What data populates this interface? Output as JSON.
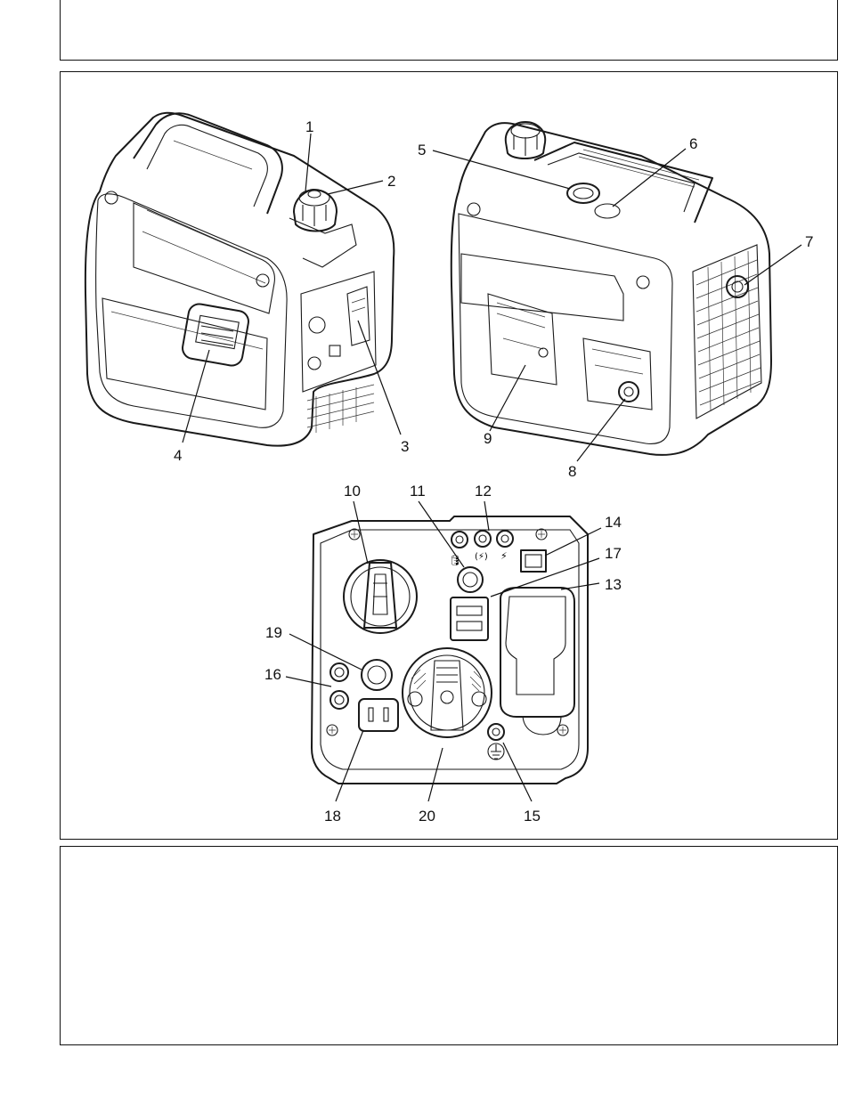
{
  "figure": {
    "type": "component-callout-diagram",
    "views": [
      "left-front",
      "right-rear",
      "control-panel"
    ],
    "callouts": [
      {
        "id": "c1",
        "label": "1"
      },
      {
        "id": "c2",
        "label": "2"
      },
      {
        "id": "c3",
        "label": "3"
      },
      {
        "id": "c4",
        "label": "4"
      },
      {
        "id": "c5",
        "label": "5"
      },
      {
        "id": "c6",
        "label": "6"
      },
      {
        "id": "c7",
        "label": "7"
      },
      {
        "id": "c8",
        "label": "8"
      },
      {
        "id": "c9",
        "label": "9"
      },
      {
        "id": "c10",
        "label": "10"
      },
      {
        "id": "c11",
        "label": "11"
      },
      {
        "id": "c12",
        "label": "12"
      },
      {
        "id": "c13",
        "label": "13"
      },
      {
        "id": "c14",
        "label": "14"
      },
      {
        "id": "c15",
        "label": "15"
      },
      {
        "id": "c16",
        "label": "16"
      },
      {
        "id": "c17",
        "label": "17"
      },
      {
        "id": "c18",
        "label": "18"
      },
      {
        "id": "c19",
        "label": "19"
      },
      {
        "id": "c20",
        "label": "20"
      }
    ]
  },
  "colors": {
    "line": "#111111",
    "background": "#ffffff"
  }
}
